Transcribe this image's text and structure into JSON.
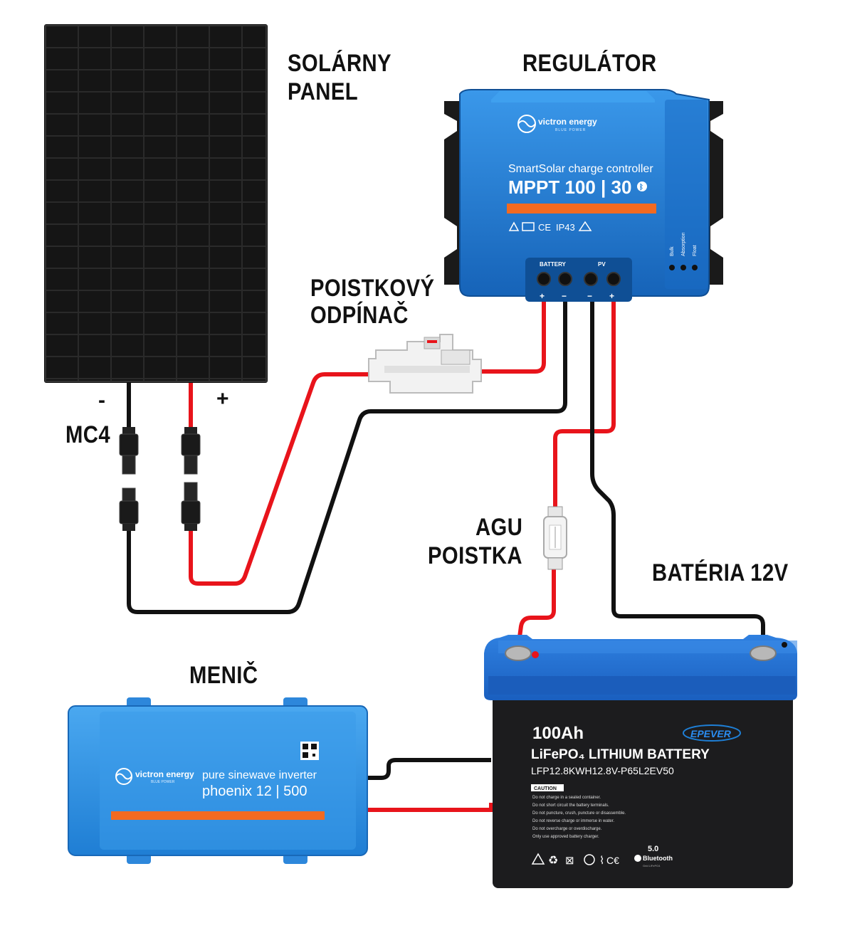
{
  "labels": {
    "solar_panel": "SOLÁRNY PANEL",
    "solar_panel_line1": "SOLÁRNY",
    "solar_panel_line2": "PANEL",
    "regulator": "REGULÁTOR",
    "fuse_switch_line1": "POISTKOVÝ",
    "fuse_switch_line2": "ODPÍNAČ",
    "mc4": "MC4",
    "minus": "-",
    "plus": "+",
    "agu_line1": "AGU",
    "agu_line2": "POISTKA",
    "battery": "BATÉRIA 12V",
    "inverter": "MENIČ"
  },
  "controller": {
    "brand": "victron energy",
    "brand_sub": "BLUE POWER",
    "line1": "SmartSolar charge controller",
    "model": "MPPT 100 | 30",
    "rating": "IP43",
    "ce": "CE",
    "battery_port": "BATTERY",
    "pv_port": "PV",
    "leds": [
      "Bulk",
      "Absorption",
      "Float"
    ],
    "term_signs": [
      "+",
      "−",
      "−",
      "+"
    ]
  },
  "inverter_device": {
    "brand": "victron energy",
    "brand_sub": "BLUE POWER",
    "line1": "pure sinewave inverter",
    "model": "phoenix 12 | 500"
  },
  "battery_device": {
    "capacity": "100Ah",
    "brand": "EPEVER",
    "type": "LiFePO₄ LITHIUM BATTERY",
    "part": "LFP12.8KWH12.8V-P65L2EV50",
    "caution": "CAUTION",
    "warnings": [
      "Do not charge in a sealed container.",
      "Do not short circuit the battery terminals.",
      "Do not puncture, crush, puncture or disassemble.",
      "Do not reverse charge or immerse in water.",
      "Do not overcharge or overdischarge.",
      "Only use approved battery charger."
    ],
    "bt_version": "5.0",
    "bt": "Bluetooth",
    "bt_sub": "Grid LiFePO4"
  },
  "colors": {
    "red_wire": "#e8141b",
    "black_wire": "#111111",
    "victron_blue": "#1e7fd6",
    "victron_orange": "#f26a21",
    "battery_blue": "#1f6fd1",
    "battery_body": "#1d1d1f"
  }
}
